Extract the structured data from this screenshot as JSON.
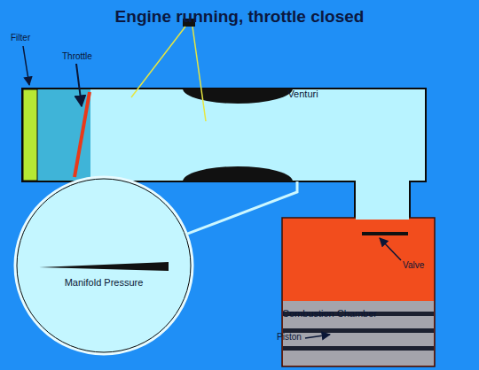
{
  "diagram": {
    "title": "Engine running, throttle closed",
    "nodes": [
      {
        "text": [
          "Venturi"
        ]
      },
      {
        "text": [
          "Manifold Pressure"
        ]
      },
      {
        "text": [
          "Combustion Chamber"
        ]
      }
    ],
    "edges": [
      {
        "from": 1,
        "to": 0,
        "arrow": "none"
      }
    ],
    "labels": [
      "Filter",
      "Throttle",
      "Valve",
      "Piston"
    ]
  }
}
